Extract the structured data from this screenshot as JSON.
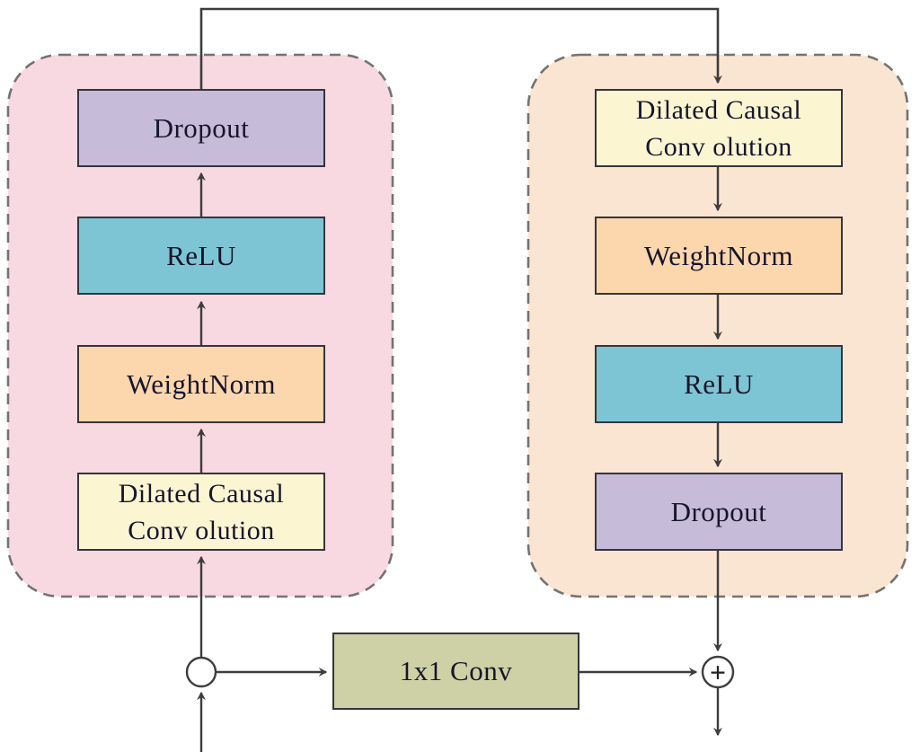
{
  "left_branch": {
    "dropout": "Dropout",
    "relu": "ReLU",
    "weightnorm": "WeightNorm",
    "dilated_line1": "Dilated Causal",
    "dilated_line2": "Conv olution"
  },
  "right_branch": {
    "dilated_line1": "Dilated Causal",
    "dilated_line2": "Conv olution",
    "weightnorm": "WeightNorm",
    "relu": "ReLU",
    "dropout": "Dropout"
  },
  "bottom": {
    "conv_label": "1x1 Conv",
    "merge_symbol": "+"
  },
  "palette": {
    "left_group_fill": "#f8d8e1",
    "right_group_fill": "#fae5d3",
    "group_border": "#737373",
    "dropout_fill": "#c6bbd8",
    "relu_fill": "#7dc5d4",
    "weightnorm_fill": "#fcd7ad",
    "dilated_fill": "#fcf5d2",
    "conv_fill": "#cdd1a5",
    "line_color": "#3d3d3d",
    "text_color": "#16162c"
  }
}
